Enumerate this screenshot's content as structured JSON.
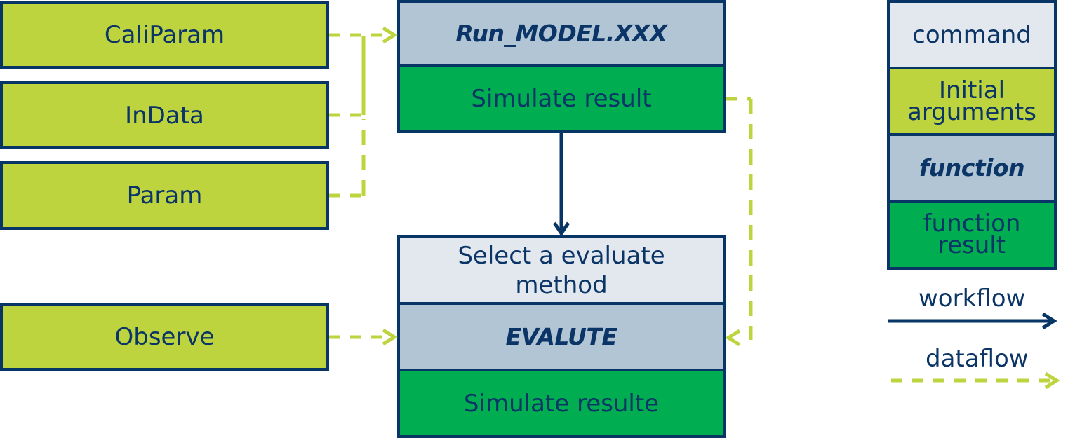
{
  "inputs": [
    {
      "id": "caliparam",
      "label": "CaliParam"
    },
    {
      "id": "indata",
      "label": "InData"
    },
    {
      "id": "param",
      "label": "Param"
    },
    {
      "id": "observe",
      "label": "Observe"
    }
  ],
  "run_model": {
    "function_label": "Run_MODEL.XXX",
    "result_label": "Simulate result"
  },
  "evaluate": {
    "command_label": "Select a evaluate method",
    "command_line1": "Select a evaluate",
    "command_line2": "method",
    "function_label": "EVALUTE",
    "result_label": "Simulate resulte"
  },
  "legend": {
    "command": "command",
    "initial_arguments_line1": "Initial",
    "initial_arguments_line2": "arguments",
    "function": "function",
    "function_result_line1": "function",
    "function_result_line2": "result",
    "workflow": "workflow",
    "dataflow": "dataflow"
  },
  "colors": {
    "border": "#063566",
    "text": "#0b3567",
    "initial_arguments": "#bed43f",
    "function": "#b2c5d5",
    "function_result": "#00ad50",
    "command": "#e3e8ee",
    "workflow_arrow": "#063566",
    "dataflow_arrow": "#bed43f"
  }
}
